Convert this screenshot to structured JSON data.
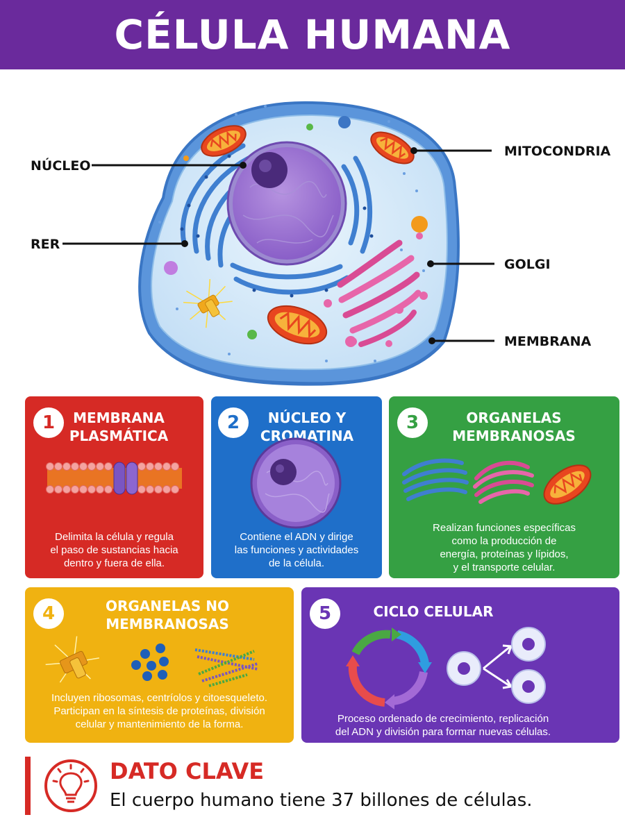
{
  "header": {
    "title": "CÉLULA HUMANA"
  },
  "diagram": {
    "labels": {
      "nucleo": "NÚCLEO",
      "rer": "RER",
      "mitocondria": "MITOCONDRIA",
      "golgi": "GOLGI",
      "membrana": "MEMBRANA"
    }
  },
  "cards": [
    {
      "num": "1",
      "title1": "MEMBRANA",
      "title2": "PLASMÁTICA",
      "desc": [
        "Delimita la célula y regula",
        "el paso de sustancias hacia",
        "dentro y fuera de ella."
      ]
    },
    {
      "num": "2",
      "title1": "NÚCLEO Y",
      "title2": "CROMATINA",
      "desc": [
        "Contiene el ADN y dirige",
        "las funciones y actividades",
        "de la célula."
      ]
    },
    {
      "num": "3",
      "title1": "ORGANELAS",
      "title2": "MEMBRANOSAS",
      "desc": [
        "Realizan funciones específicas",
        "como la producción de",
        "energía, proteínas y lípidos,",
        "y el transporte celular."
      ]
    },
    {
      "num": "4",
      "title1": "ORGANELAS NO",
      "title2": "MEMBRANOSAS",
      "desc": [
        "Incluyen ribosomas, centríolos y citoesqueleto.",
        "Participan en la síntesis de proteínas, división",
        "celular y mantenimiento de la forma."
      ]
    },
    {
      "num": "5",
      "title1": "CICLO CELULAR",
      "desc": [
        "Proceso ordenado de crecimiento, replicación",
        "del ADN y división para formar nuevas células."
      ]
    }
  ],
  "fact": {
    "title": "DATO CLAVE",
    "text": "El cuerpo humano tiene 37 billones de células.",
    "icon": "lightbulb-icon"
  },
  "colors": {
    "header": "#6a2a9c",
    "card1": "#d62a25",
    "card2": "#1f6fc9",
    "card3": "#35a043",
    "card4": "#f0b211",
    "card5": "#6a35b4",
    "accent": "#d62a25"
  }
}
